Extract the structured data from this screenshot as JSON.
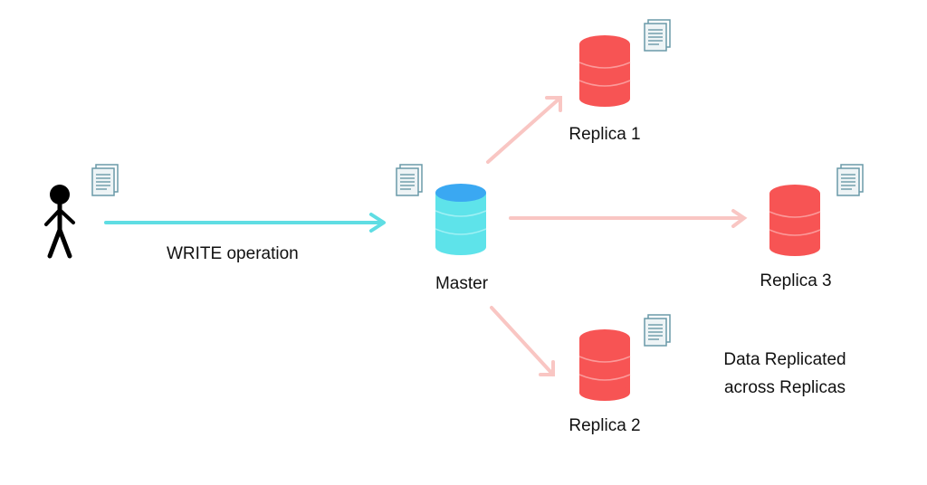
{
  "labels": {
    "write_operation": "WRITE operation",
    "master": "Master",
    "replica1": "Replica 1",
    "replica2": "Replica 2",
    "replica3": "Replica 3",
    "note_line1": "Data Replicated",
    "note_line2": "across Replicas"
  },
  "colors": {
    "master_body": "#5ee3ea",
    "master_top": "#3aa8f2",
    "master_bands": "#9ff0f4",
    "replica_body": "#f75454",
    "replica_bands": "#fb9a9a",
    "write_arrow": "#5fdde3",
    "replication_arrows": "#f9c6c3",
    "user_figure": "#000000",
    "document_icon": "#6a9aa8"
  },
  "icons": [
    "user-icon",
    "document-icon",
    "database-icon"
  ]
}
